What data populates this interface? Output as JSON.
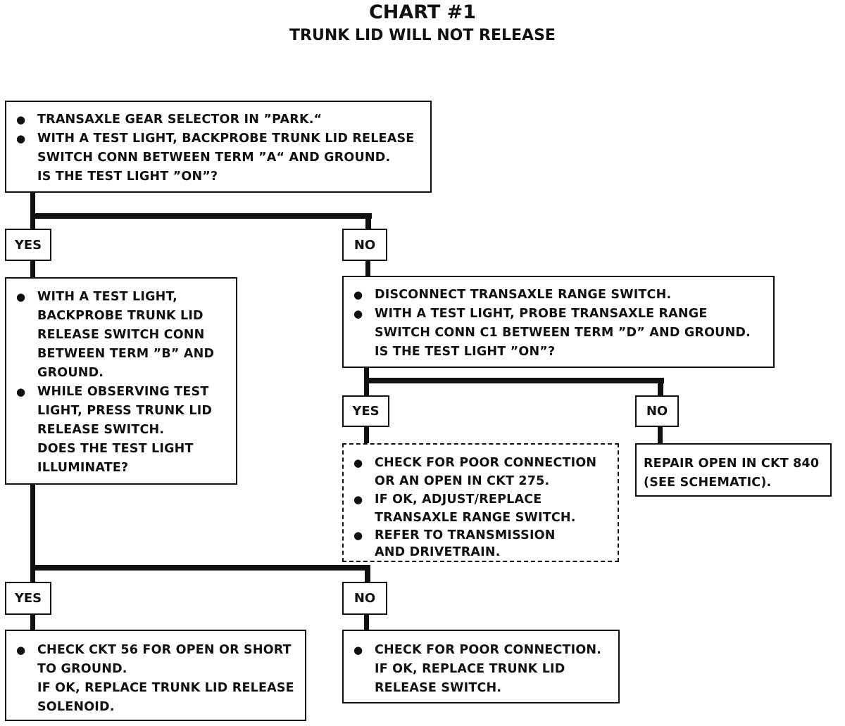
{
  "title": "CHART #1",
  "subtitle": "TRUNK LID WILL NOT RELEASE",
  "boxes": {
    "start": {
      "b1": "TRANSAXLE GEAR SELECTOR IN ”PARK.“",
      "b2": [
        "WITH A TEST LIGHT, BACKPROBE TRUNK LID RELEASE",
        "SWITCH CONN BETWEEN TERM ”A“ AND GROUND.",
        "IS THE TEST LIGHT ”ON”?"
      ]
    },
    "left_check": {
      "b1": [
        "WITH A TEST LIGHT,",
        "BACKPROBE TRUNK LID",
        "RELEASE SWITCH CONN",
        "BETWEEN TERM ”B” AND",
        "GROUND."
      ],
      "b2": [
        "WHILE OBSERVING TEST",
        "LIGHT, PRESS TRUNK LID",
        "RELEASE SWITCH.",
        "DOES THE TEST LIGHT",
        "ILLUMINATE?"
      ]
    },
    "right_check": {
      "b1": "DISCONNECT TRANSAXLE RANGE SWITCH.",
      "b2": [
        "WITH A TEST LIGHT, PROBE TRANSAXLE RANGE",
        "SWITCH CONN C1 BETWEEN TERM ”D” AND GROUND.",
        "IS THE TEST LIGHT ”ON”?"
      ]
    },
    "dashed_result": {
      "b1": [
        "CHECK FOR POOR CONNECTION",
        "OR AN OPEN IN CKT 275."
      ],
      "b2": [
        "IF OK, ADJUST/REPLACE",
        "TRANSAXLE RANGE SWITCH."
      ],
      "b3": [
        "REFER TO TRANSMISSION",
        "AND DRIVETRAIN."
      ]
    },
    "repair": [
      "REPAIR OPEN IN CKT 840",
      "(SEE SCHEMATIC)."
    ],
    "yes_result": {
      "b1": [
        "CHECK CKT 56 FOR OPEN OR SHORT",
        "TO GROUND.",
        "IF OK, REPLACE TRUNK LID RELEASE",
        "SOLENOID."
      ]
    },
    "no_result": {
      "b1": [
        "CHECK FOR POOR CONNECTION.",
        "IF OK, REPLACE TRUNK LID",
        "RELEASE SWITCH."
      ]
    }
  },
  "labels": {
    "yes": "YES",
    "no": "NO"
  },
  "bullet": "●"
}
